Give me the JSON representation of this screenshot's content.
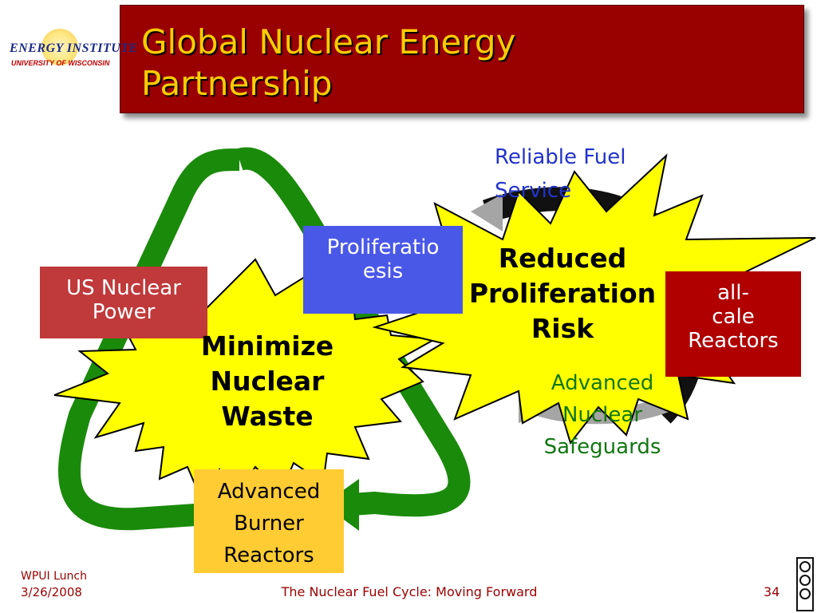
{
  "title": "Global Nuclear Energy\nPartnership",
  "logo": {
    "line1": "ENERGY INSTITUTE",
    "line2": "UNIVERSITY OF WISCONSIN"
  },
  "diagram": {
    "us_power": "US Nuclear\nPower",
    "proliferation": "Proliferatio\nesis",
    "small_scale": "all-\ncale\nReactors",
    "burner": "Advanced\nBurner\nReactors",
    "fuel_services": "Reliable Fuel\nService",
    "safeguards": "Advanced\nNuclear\nSafeguards",
    "burst_waste": "Minimize\nNuclear\nWaste",
    "burst_risk": "Reduced\nProliferation\nRisk"
  },
  "colors": {
    "title_bg": "#990000",
    "title_text": "#ffcc00",
    "cycle_green": "#1a8a0a",
    "burst_yellow": "#ffff00",
    "fuel_blue": "#2233cc",
    "safeguard_green": "#117711"
  },
  "footer": {
    "event": "WPUI Lunch",
    "date": "3/26/2008",
    "subtitle": "The Nuclear Fuel Cycle: Moving Forward",
    "page": "34"
  }
}
